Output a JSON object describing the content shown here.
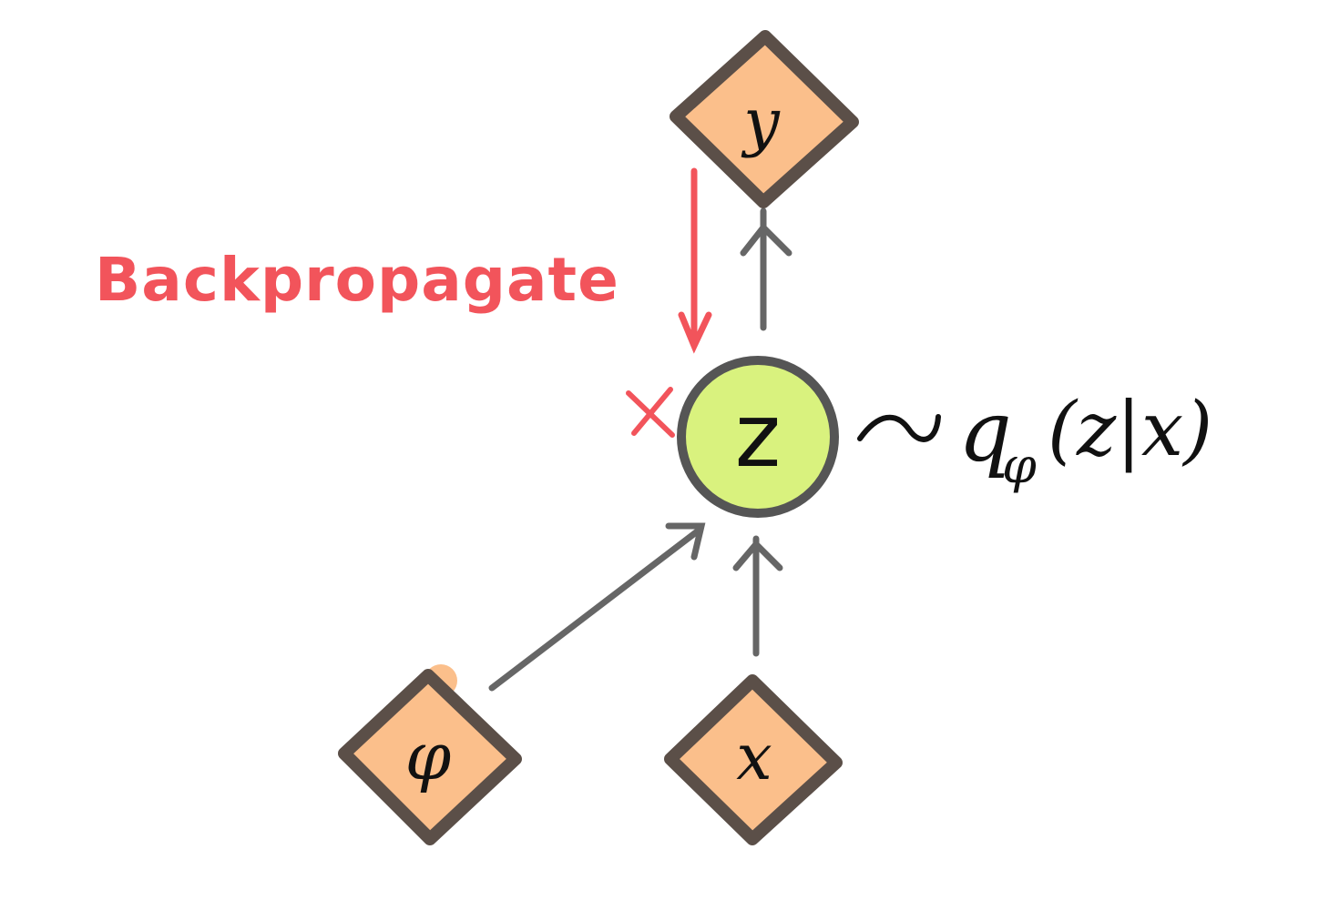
{
  "diagram": {
    "backprop_label": "Backpropagate",
    "nodes": {
      "y": {
        "label": "y",
        "shape": "diamond"
      },
      "z": {
        "label": "z",
        "shape": "circle"
      },
      "phi": {
        "label": "φ",
        "shape": "diamond"
      },
      "x": {
        "label": "x",
        "shape": "diamond"
      }
    },
    "distribution": {
      "tilde": "~",
      "q": "q",
      "subscript": "φ",
      "args": "(z|x)"
    },
    "blocked_mark": "×"
  },
  "colors": {
    "diamond_fill": "#fbbf8b",
    "diamond_stroke": "#5b4f48",
    "circle_fill": "#d9f27e",
    "circle_stroke": "#555555",
    "arrow_gray": "#666666",
    "accent_red": "#f2545b",
    "text_black": "#111111"
  }
}
